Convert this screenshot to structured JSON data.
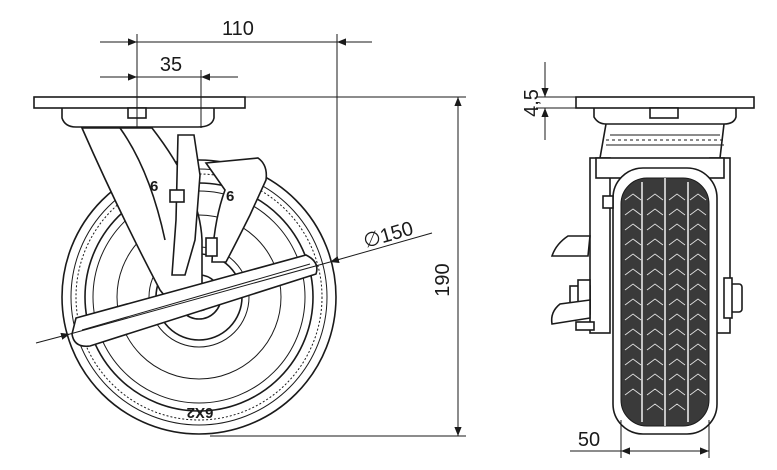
{
  "dimensions": {
    "overall_offset": "110",
    "plate_offset": "35",
    "wheel_diameter": "∅150",
    "total_height": "190",
    "plate_thickness": "4,5",
    "wheel_width": "50"
  },
  "part_labels": {
    "fork_left": "6",
    "fork_right": "6",
    "hub_marking": "6X2"
  }
}
